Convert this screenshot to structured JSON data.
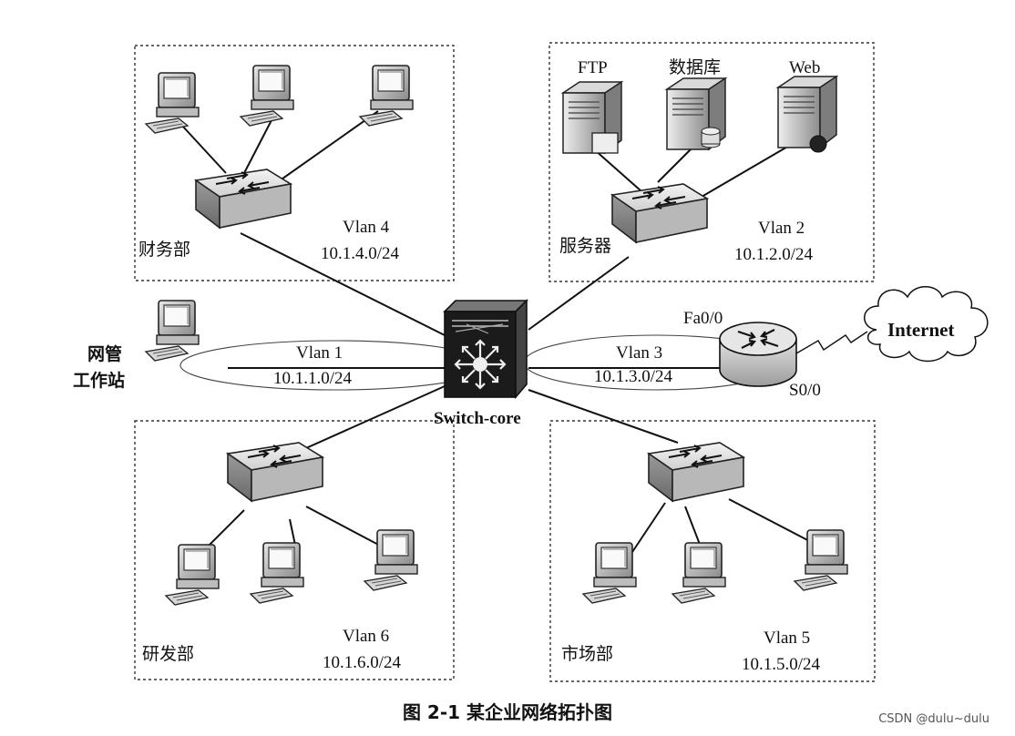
{
  "groups": {
    "finance": {
      "name": "财务部",
      "vlan": "Vlan 4",
      "subnet": "10.1.4.0/24"
    },
    "servers": {
      "name": "服务器",
      "vlan": "Vlan 2",
      "subnet": "10.1.2.0/24",
      "ftp": "FTP",
      "db": "数据库",
      "web": "Web"
    },
    "rnd": {
      "name": "研发部",
      "vlan": "Vlan 6",
      "subnet": "10.1.6.0/24"
    },
    "market": {
      "name": "市场部",
      "vlan": "Vlan 5",
      "subnet": "10.1.5.0/24"
    }
  },
  "mgmt": {
    "name_line1": "网管",
    "name_line2": "工作站",
    "vlan": "Vlan 1",
    "subnet": "10.1.1.0/24"
  },
  "core": {
    "name": "Switch-core"
  },
  "router": {
    "vlan": "Vlan 3",
    "subnet": "10.1.3.0/24",
    "port_in": "Fa0/0",
    "port_out": "S0/0"
  },
  "internet": {
    "label": "Internet"
  },
  "caption": "图 2-1 某企业网络拓扑图",
  "watermark": "CSDN @dulu~dulu"
}
